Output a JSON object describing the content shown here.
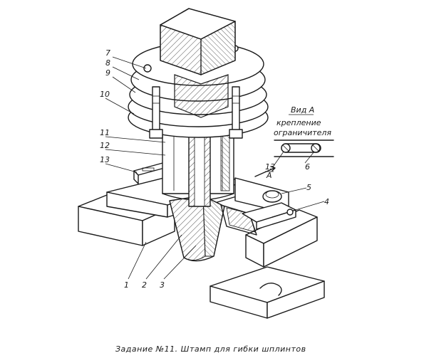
{
  "part_labels": [
    "1",
    "2",
    "3",
    "4",
    "5",
    "6",
    "7",
    "8",
    "9",
    "10",
    "11",
    "12",
    "13"
  ],
  "view_a": {
    "title": "Вид А",
    "caption_line1": "крепление",
    "caption_line2": "ограничителя",
    "label_13": "13",
    "label_a": "А",
    "label_6": "6"
  },
  "caption": "Задание №11. Штамп для гибки шплинтов"
}
